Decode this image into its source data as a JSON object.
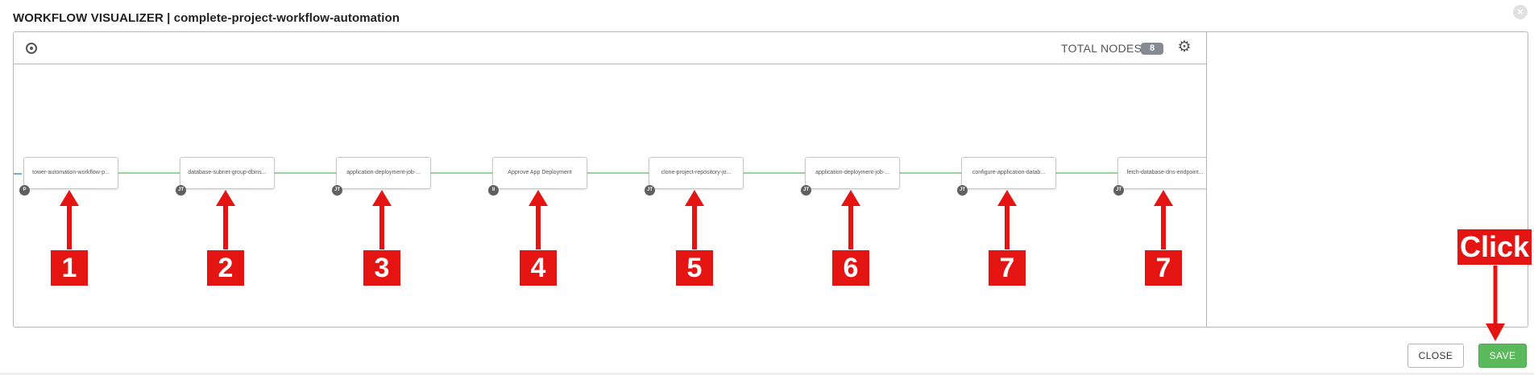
{
  "window": {
    "title": "WORKFLOW VISUALIZER | complete-project-workflow-automation",
    "dismiss_icon": "close-circle-icon"
  },
  "toolbar": {
    "total_nodes_label": "TOTAL NODES",
    "total_nodes_count": "8",
    "compass_icon": "compass-icon",
    "settings_icon": "gear-icon"
  },
  "nodes": [
    {
      "label": "tower-automation-workflow-p...",
      "badge": "P"
    },
    {
      "label": "database-subnet-group-dbins...",
      "badge": "JT"
    },
    {
      "label": "application-deployment-job-...",
      "badge": "JT"
    },
    {
      "label": "Approve App Deployment",
      "badge": "II"
    },
    {
      "label": "clone-project-repository-jo...",
      "badge": "JT"
    },
    {
      "label": "application-deployment-job-...",
      "badge": "JT"
    },
    {
      "label": "configure-application-datab...",
      "badge": "JT"
    },
    {
      "label": "fetch-database-dns-endpoint...",
      "badge": "JT"
    }
  ],
  "footer": {
    "close_label": "CLOSE",
    "save_label": "SAVE"
  },
  "annotations": {
    "markers": [
      "1",
      "2",
      "3",
      "4",
      "5",
      "6",
      "7",
      "7"
    ],
    "click_label": "Click",
    "color": "#e41412"
  },
  "colors": {
    "link_line": "#5cb85c",
    "save_button": "#5cb85c",
    "badge": "#5f5f5f"
  }
}
